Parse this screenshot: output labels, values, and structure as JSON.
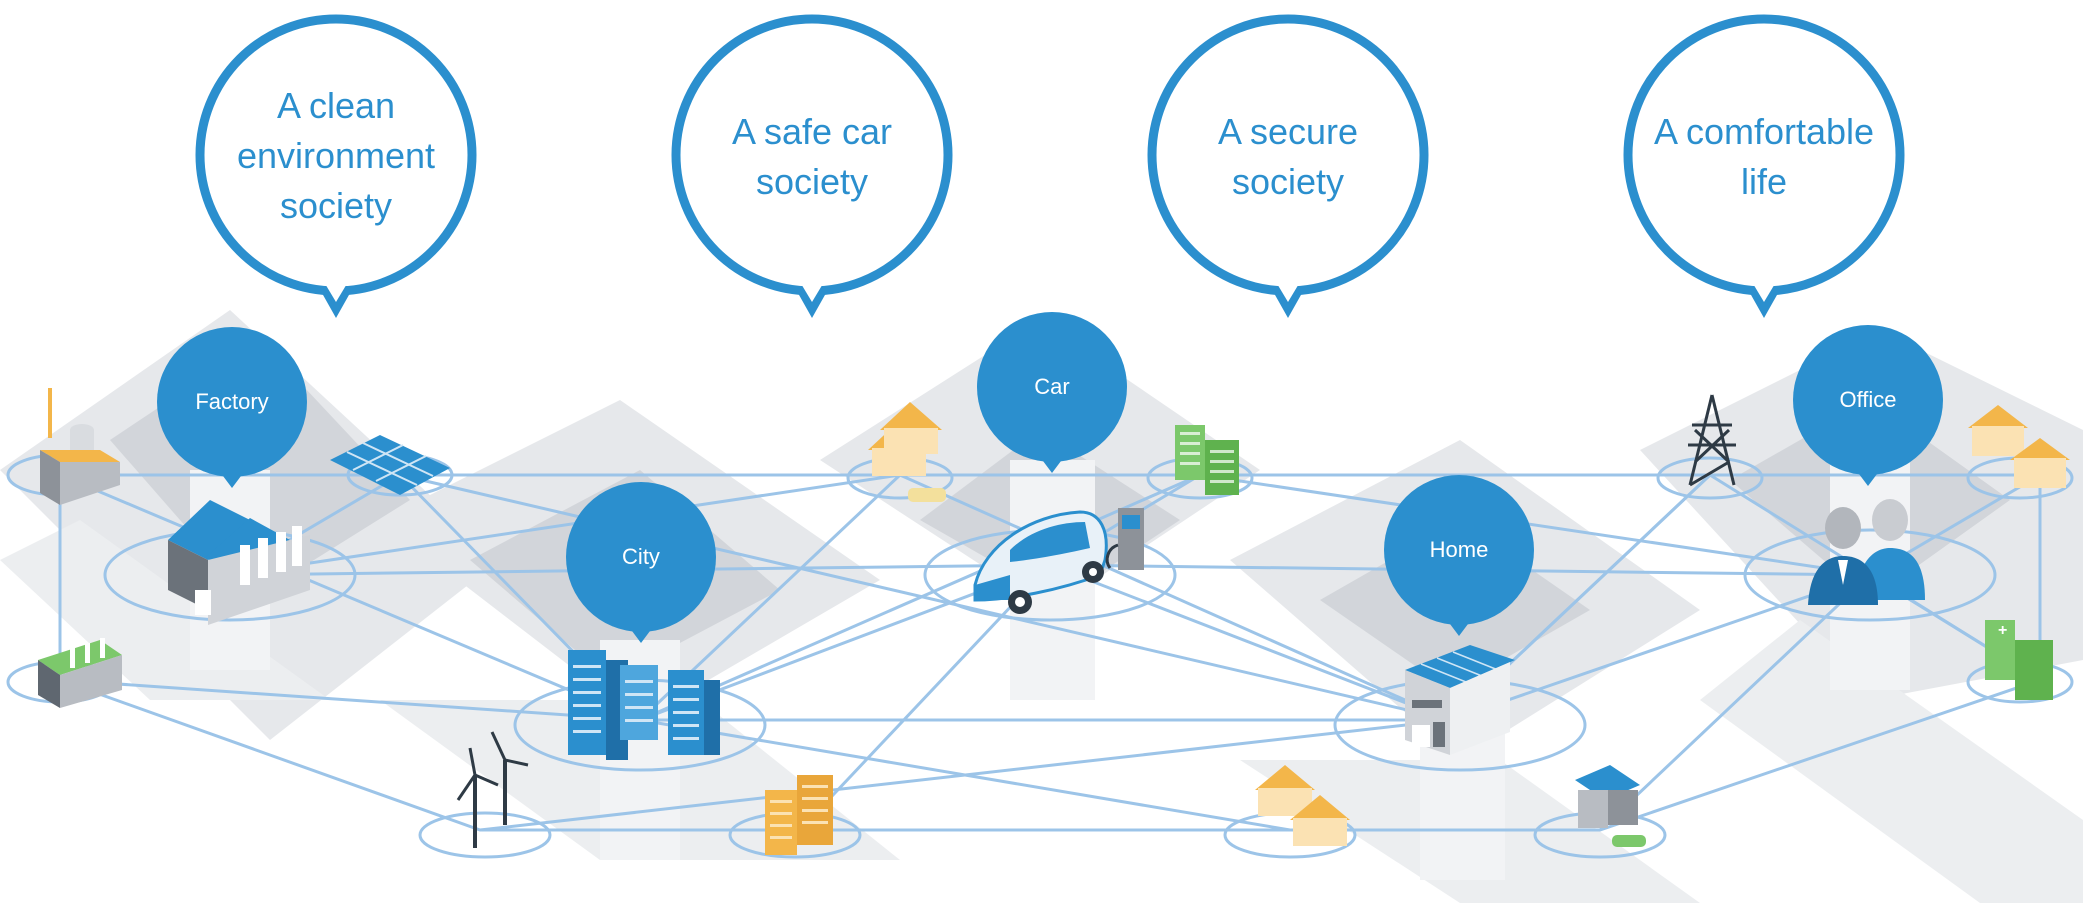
{
  "bubbles": [
    {
      "lines": [
        "A clean",
        "environment",
        "society"
      ]
    },
    {
      "lines": [
        "A safe car",
        "society"
      ]
    },
    {
      "lines": [
        "A secure",
        "society"
      ]
    },
    {
      "lines": [
        "A comfortable",
        "life"
      ]
    }
  ],
  "nodes": [
    {
      "label": "Factory"
    },
    {
      "label": "City"
    },
    {
      "label": "Car"
    },
    {
      "label": "Home"
    },
    {
      "label": "Office"
    }
  ],
  "colors": {
    "accent": "#2b8fce",
    "network_line": "#9cc4e8",
    "ground_light": "#e4e6e9",
    "ground_dark": "#c9ccd1",
    "orange": "#f3b64a",
    "green": "#7cc86b",
    "gray_building": "#8d9299"
  },
  "icons": [
    "factory-icon",
    "solar-panel-icon",
    "house-icon",
    "office-building-icon",
    "car-icon",
    "charging-station-icon",
    "transmission-tower-icon",
    "people-icon",
    "hospital-icon",
    "wind-turbine-icon",
    "apartment-icon",
    "smart-house-icon"
  ]
}
